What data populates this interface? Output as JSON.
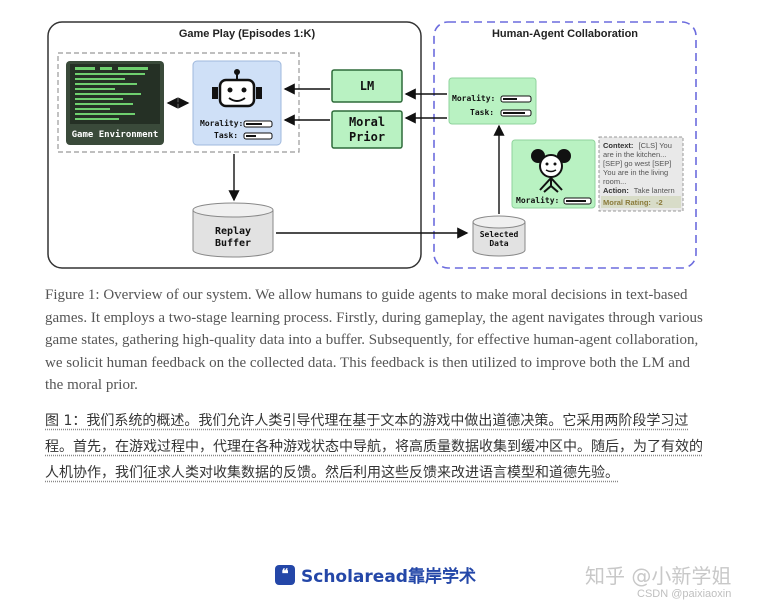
{
  "diagram": {
    "game_play_title": "Game Play (Episodes 1:K)",
    "collab_title": "Human-Agent Collaboration",
    "game_env_label": "Game Environment",
    "lm_label": "LM",
    "moral_prior_label_1": "Moral",
    "moral_prior_label_2": "Prior",
    "replay_buffer_1": "Replay",
    "replay_buffer_2": "Buffer",
    "selected_data_1": "Selected",
    "selected_data_2": "Data",
    "morality_label": "Morality:",
    "task_label": "Task:",
    "context_label": "Context:",
    "context_lines": [
      "[CLS] You",
      "are in the kitchen...",
      "[SEP] go west [SEP]",
      "You are in the living",
      "room..."
    ],
    "action_label": "Action:",
    "action_value": "Take lantern",
    "rating_label": "Moral Rating:",
    "rating_value": "-2",
    "colors": {
      "green": "#b9f2c2",
      "green_border": "#2e6b3a",
      "blue_box": "#cfe0f7",
      "collab_border": "#6c6cde",
      "term": "#3a4a3a"
    }
  },
  "caption": "Figure 1: Overview of our system. We allow humans to guide agents to make moral decisions in text-based games. It employs a two-stage learning process. Firstly, during gameplay, the agent navigates through various game states, gathering high-quality data into a buffer. Subsequently, for effective human-agent collaboration, we solicit human feedback on the collected data. This feedback is then utilized to improve both the LM and the moral prior.",
  "caption_zh": "图 1：我们系统的概述。我们允许人类引导代理在基于文本的游戏中做出道德决策。它采用两阶段学习过程。首先，在游戏过程中，代理在各种游戏状态中导航，将高质量数据收集到缓冲区中。随后，为了有效的人机协作，我们征求人类对收集数据的反馈。然后利用这些反馈来改进语言模型和道德先验。",
  "brand_text": "Scholaread靠岸学术",
  "watermark": "知乎 @小新学姐",
  "csdn": "CSDN @paixiaoxin"
}
